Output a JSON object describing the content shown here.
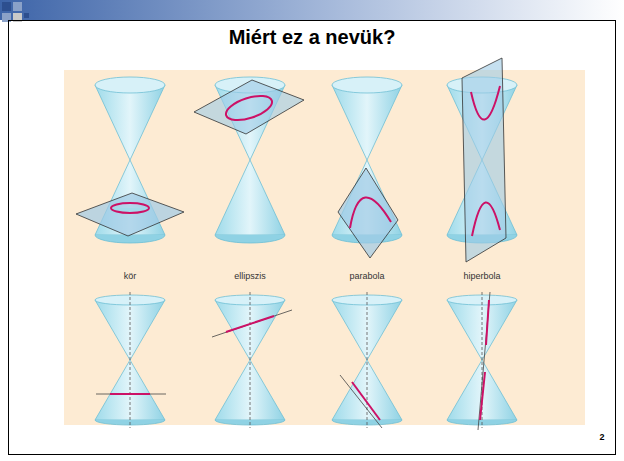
{
  "diagram": {
    "title": "Miért ez a nevük?",
    "labels": [
      "kör",
      "ellipszis",
      "parabola",
      "hiperbola",
      "2"
    ]
  }
}
